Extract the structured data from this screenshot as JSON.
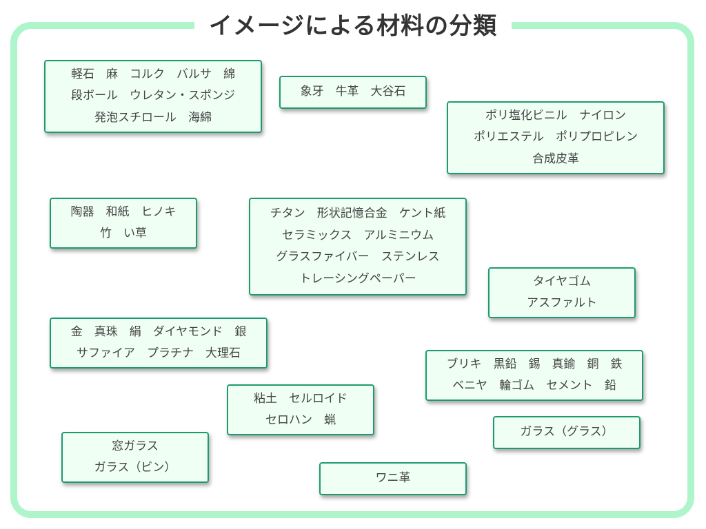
{
  "title": "イメージによる材料の分類",
  "colors": {
    "frame_border": "#aef5cc",
    "card_border": "#1e9b6e",
    "card_fill": "#f0fff4",
    "text": "#444444",
    "title_text": "#333333"
  },
  "cards": [
    {
      "id": "light-soft",
      "lines": [
        "軽石　麻　コルク　バルサ　綿",
        "段ボール　ウレタン・スポンジ",
        "発泡スチロール　海綿"
      ]
    },
    {
      "id": "natural-hard",
      "lines": [
        "象牙　牛革　大谷石"
      ]
    },
    {
      "id": "synthetic",
      "lines": [
        "ポリ塩化ビニル　ナイロン",
        "ポリエステル　ポリプロピレン",
        "合成皮革"
      ]
    },
    {
      "id": "japanese-natural",
      "lines": [
        "陶器　和紙　ヒノキ",
        "竹　い草"
      ]
    },
    {
      "id": "modern-materials",
      "lines": [
        "チタン　形状記憶合金　ケント紙",
        "セラミックス　アルミニウム",
        "グラスファイバー　ステンレス",
        "トレーシングペーパー"
      ]
    },
    {
      "id": "rubber-asphalt",
      "lines": [
        "タイヤゴム",
        "アスファルト"
      ]
    },
    {
      "id": "precious",
      "lines": [
        "金　真珠　絹　ダイヤモンド　銀",
        "サファイア　プラチナ　大理石"
      ]
    },
    {
      "id": "metals-industrial",
      "lines": [
        "ブリキ　黒鉛　錫　真鍮　銅　鉄",
        "ベニヤ　輪ゴム　セメント　鉛"
      ]
    },
    {
      "id": "clay-celluloid",
      "lines": [
        "粘土　セルロイド",
        "セロハン　蝋"
      ]
    },
    {
      "id": "glass-fiber",
      "lines": [
        "ガラス（グラス）"
      ]
    },
    {
      "id": "window-glass",
      "lines": [
        "窓ガラス",
        "ガラス（ビン）"
      ]
    },
    {
      "id": "crocodile-leather",
      "lines": [
        "ワニ革"
      ]
    }
  ]
}
